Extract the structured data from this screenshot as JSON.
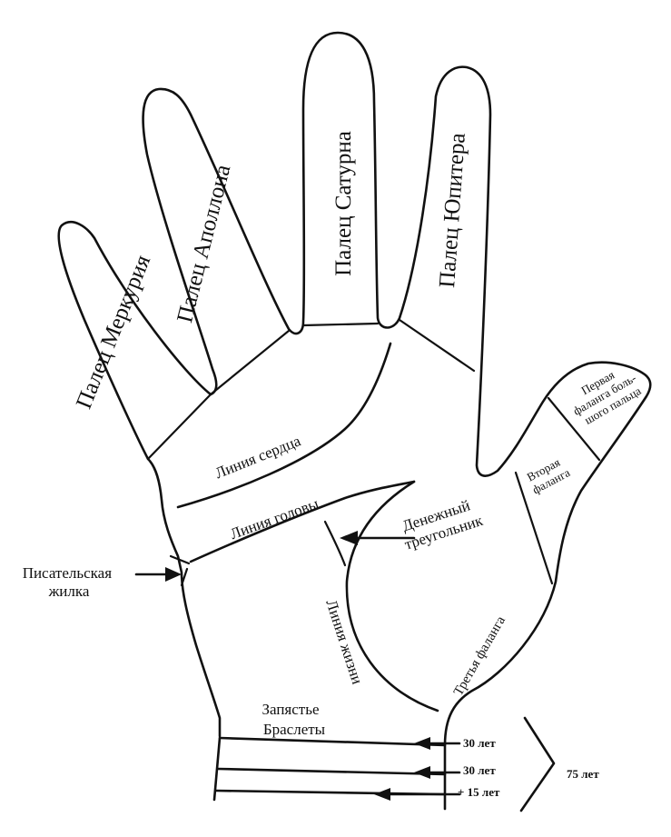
{
  "fingers": {
    "mercury": "Палец Меркурия",
    "apollo": "Палец Аполлона",
    "saturn": "Палец Сатурна",
    "jupiter": "Палец Юпитера"
  },
  "lines": {
    "heart": "Линия сердца",
    "head": "Линия головы",
    "life": "Линия жизни"
  },
  "money_triangle": [
    "Денежный",
    "треугольник"
  ],
  "writing_vein": [
    "Писательская",
    "жилка"
  ],
  "thumb": {
    "first_phalanx": [
      "Первая",
      "фаланга боль-",
      "шого пальца"
    ],
    "second_phalanx": [
      "Вторая",
      "фаланга"
    ],
    "third_phalanx": "Третья фаланга"
  },
  "wrist": {
    "title": "Запястье",
    "bracelets": "Браслеты"
  },
  "ages": {
    "first": "30 лет",
    "second": "30 лет",
    "third": "+ 15 лет",
    "total": "75 лет"
  }
}
